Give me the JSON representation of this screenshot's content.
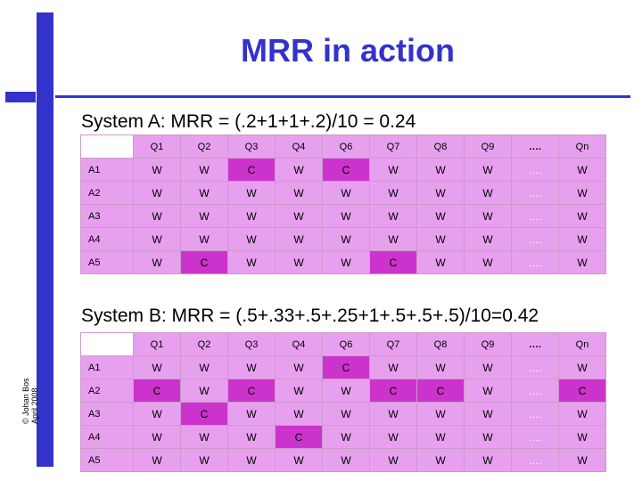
{
  "slide": {
    "title": "MRR in action",
    "copyright_line1": "© Johan Bos",
    "copyright_line2": "April 2008"
  },
  "system_a": {
    "heading": "System A: MRR = (.2+1+1+.2)/10 = 0.24",
    "columns": [
      "Q1",
      "Q2",
      "Q3",
      "Q4",
      "Q6",
      "Q7",
      "Q8",
      "Q9",
      "….",
      "Qn"
    ],
    "rows": [
      {
        "label": "A1",
        "cells": [
          "W",
          "W",
          "C",
          "W",
          "C",
          "W",
          "W",
          "W",
          "….",
          "W"
        ]
      },
      {
        "label": "A2",
        "cells": [
          "W",
          "W",
          "W",
          "W",
          "W",
          "W",
          "W",
          "W",
          "….",
          "W"
        ]
      },
      {
        "label": "A3",
        "cells": [
          "W",
          "W",
          "W",
          "W",
          "W",
          "W",
          "W",
          "W",
          "….",
          "W"
        ]
      },
      {
        "label": "A4",
        "cells": [
          "W",
          "W",
          "W",
          "W",
          "W",
          "W",
          "W",
          "W",
          "….",
          "W"
        ]
      },
      {
        "label": "A5",
        "cells": [
          "W",
          "C",
          "W",
          "W",
          "W",
          "C",
          "W",
          "W",
          "….",
          "W"
        ]
      }
    ]
  },
  "system_b": {
    "heading": "System B: MRR = (.5+.33+.5+.25+1+.5+.5+.5)/10=0.42",
    "columns": [
      "Q1",
      "Q2",
      "Q3",
      "Q4",
      "Q6",
      "Q7",
      "Q8",
      "Q9",
      "….",
      "Qn"
    ],
    "rows": [
      {
        "label": "A1",
        "cells": [
          "W",
          "W",
          "W",
          "W",
          "C",
          "W",
          "W",
          "W",
          "….",
          "W"
        ]
      },
      {
        "label": "A2",
        "cells": [
          "C",
          "W",
          "C",
          "W",
          "W",
          "C",
          "C",
          "W",
          "….",
          "C"
        ]
      },
      {
        "label": "A3",
        "cells": [
          "W",
          "C",
          "W",
          "W",
          "W",
          "W",
          "W",
          "W",
          "….",
          "W"
        ]
      },
      {
        "label": "A4",
        "cells": [
          "W",
          "W",
          "W",
          "C",
          "W",
          "W",
          "W",
          "W",
          "….",
          "W"
        ]
      },
      {
        "label": "A5",
        "cells": [
          "W",
          "W",
          "W",
          "W",
          "W",
          "W",
          "W",
          "W",
          "….",
          "W"
        ]
      }
    ]
  },
  "colors": {
    "accent": "#3333cc",
    "wrong_cell": "#e7a0ee",
    "correct_cell": "#cc33cc"
  }
}
